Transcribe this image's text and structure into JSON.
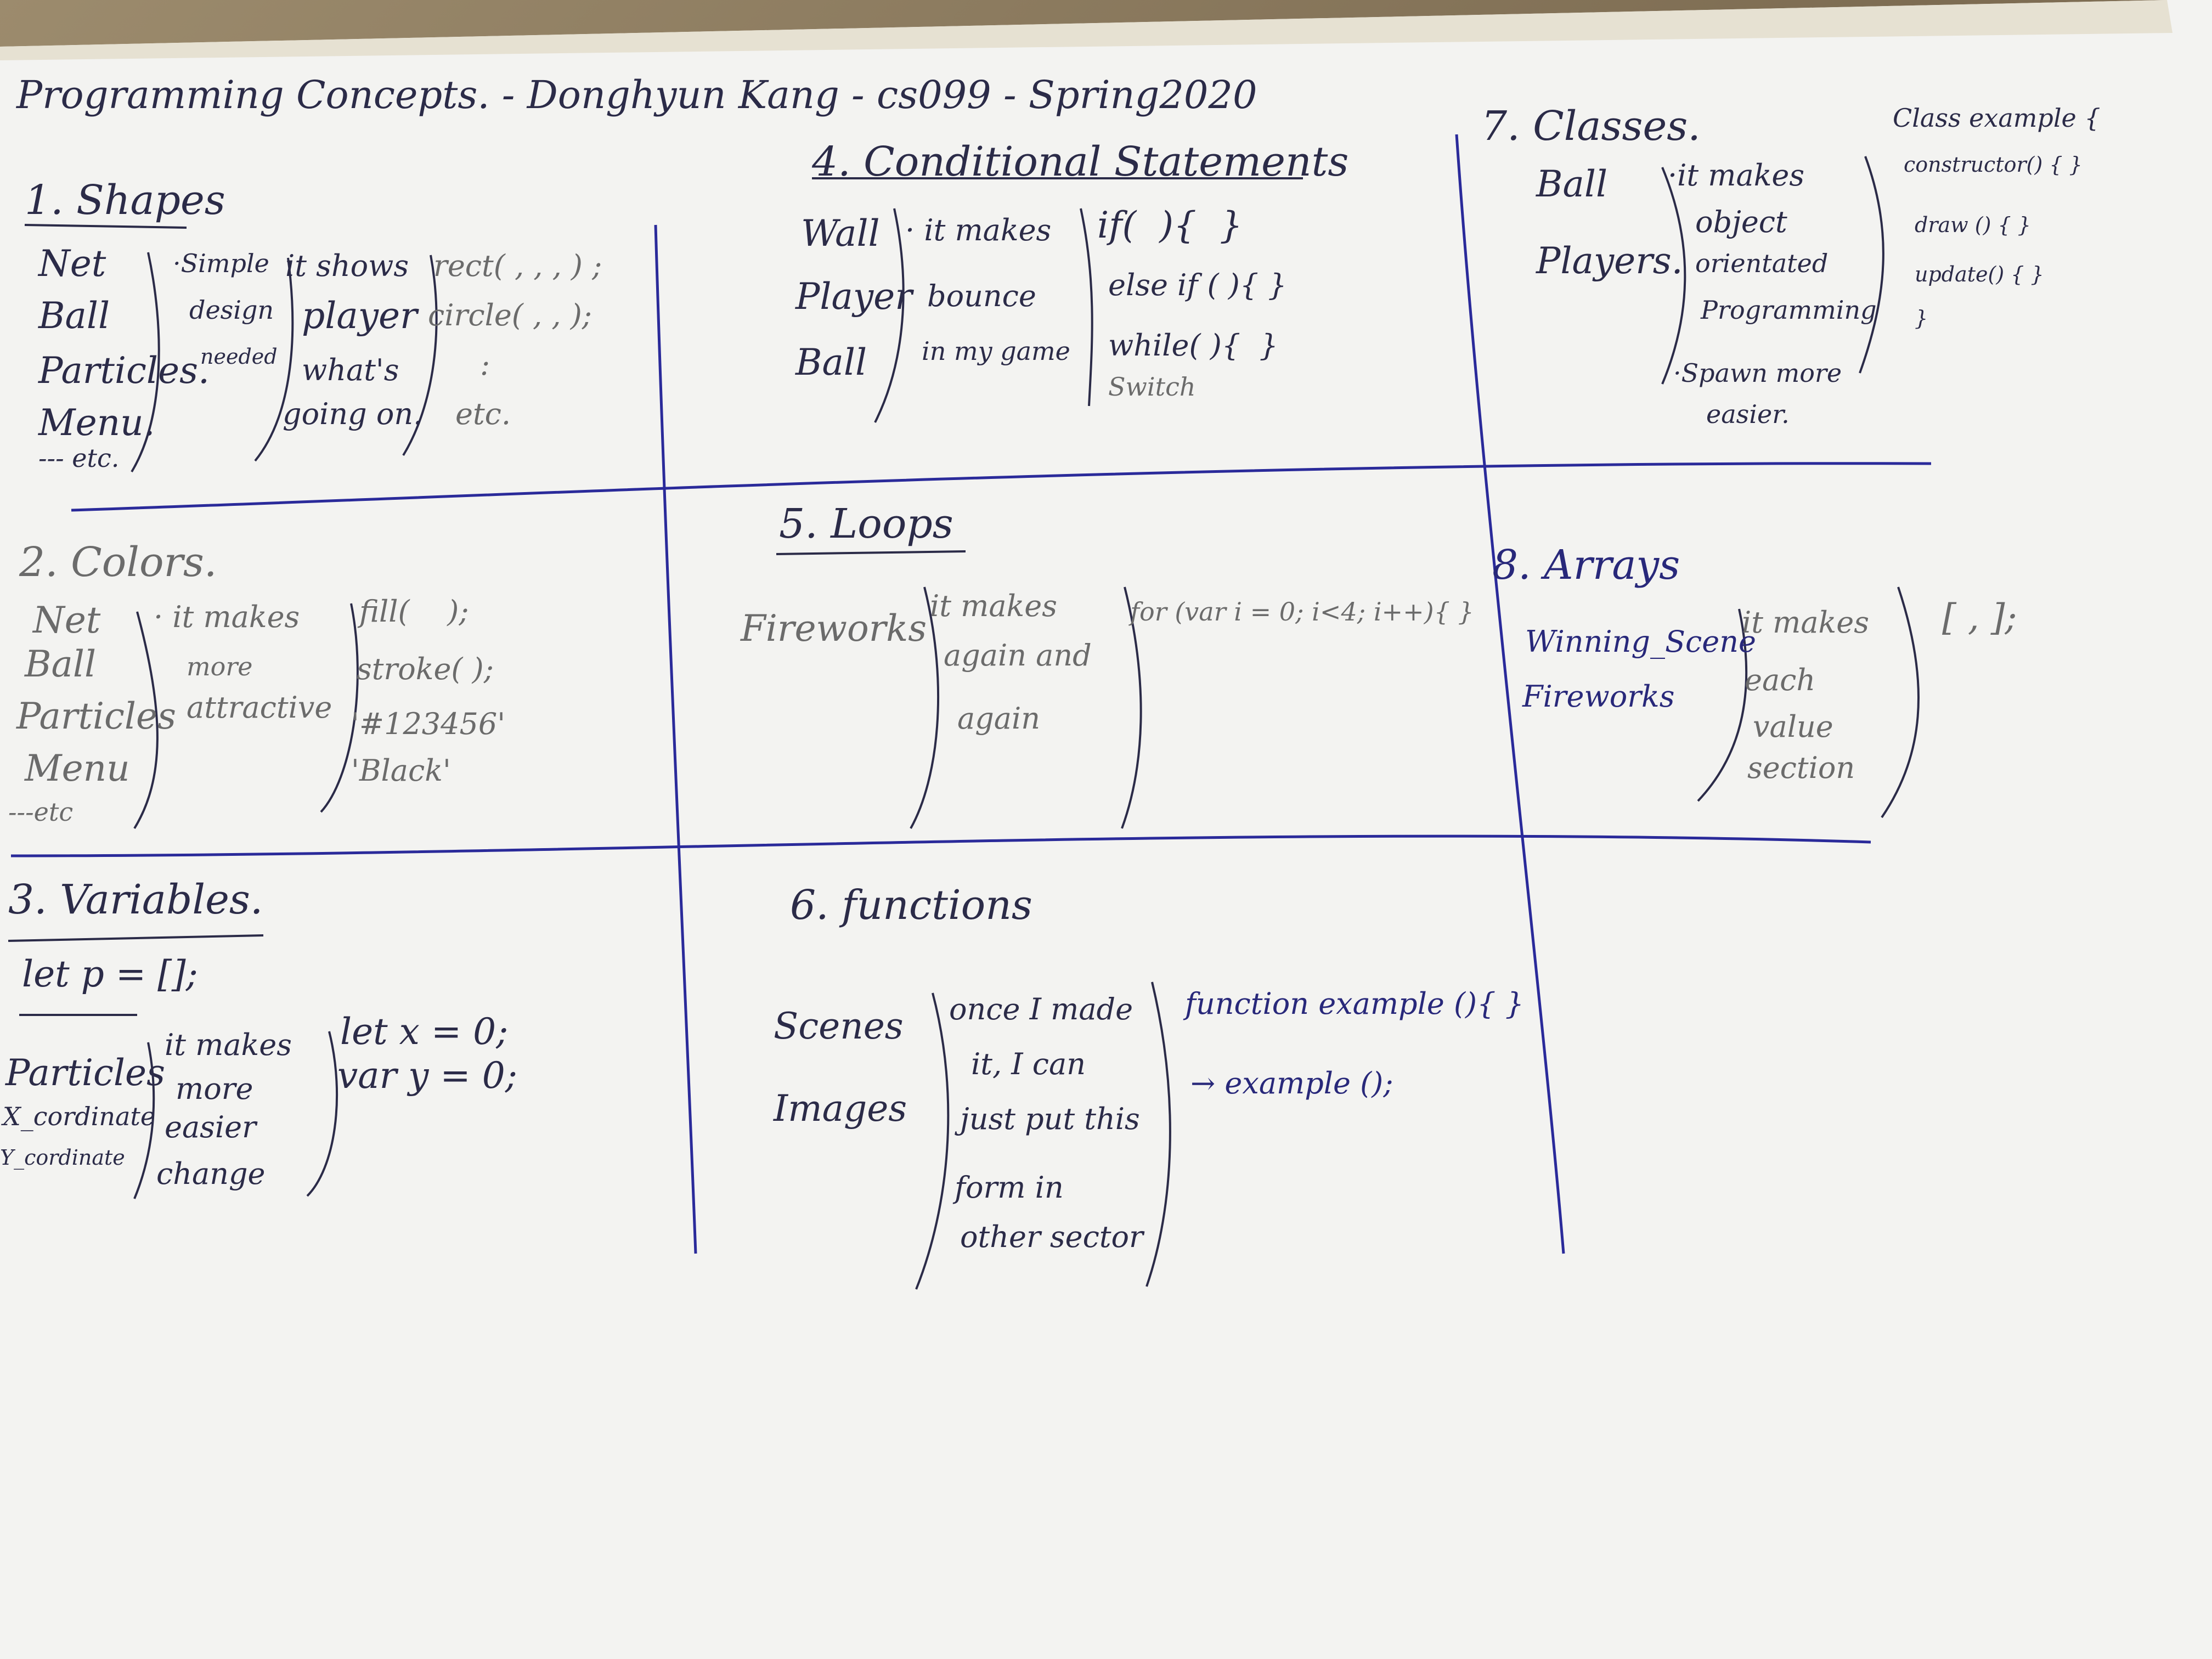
{
  "colors": {
    "paper": "#f3f3f1",
    "paper_edge": "#e9e5d8",
    "table": "#8a7a62",
    "grid_ink": "#2a2a9a",
    "pen_ink": "#2b2b48",
    "blue_ink": "#28287a",
    "pencil": "#6b6b6b"
  },
  "title": "Programming Concepts. - Donghyun Kang - cs099 - Spring2020",
  "s1": {
    "heading": "1. Shapes",
    "items": [
      "Net",
      "Ball",
      "Particles.",
      "Menu.",
      "--- etc."
    ],
    "reason_a": [
      "·Simple",
      "design",
      "needed"
    ],
    "reason_b": [
      "it shows",
      "player",
      "what's",
      "going on."
    ],
    "code": [
      "rect( , , , ) ;",
      "circle( , , );",
      ":",
      "etc."
    ]
  },
  "s2": {
    "heading": "2. Colors.",
    "items": [
      "Net",
      "Ball",
      "Particles",
      "Menu",
      "---etc"
    ],
    "reason": [
      "· it makes",
      "more",
      "attractive"
    ],
    "code": [
      "fill(    );",
      "stroke( );",
      "'#123456'",
      "'Black'"
    ]
  },
  "s3": {
    "heading": "3. Variables.",
    "let_line": "let p = [];",
    "items": [
      "Particles",
      "X_cordinate",
      "Y_cordinate"
    ],
    "reason": [
      "it makes",
      "more",
      "easier",
      "change"
    ],
    "code": [
      "let x = 0;",
      "var y = 0;"
    ]
  },
  "s4": {
    "heading": "4. Conditional Statements",
    "items": [
      "Wall",
      "Player",
      "Ball"
    ],
    "reason": [
      "· it makes",
      "bounce",
      "in my game"
    ],
    "code": [
      "if(  ){  }",
      "else if ( ){ }",
      "while( ){  }",
      "Switch"
    ]
  },
  "s5": {
    "heading": "5. Loops",
    "items": [
      "Fireworks"
    ],
    "reason": [
      "it makes",
      "again and",
      "again"
    ],
    "code": [
      "for (var i = 0; i<4; i++){ }"
    ]
  },
  "s6": {
    "heading": "6. functions",
    "items": [
      "Scenes",
      "Images"
    ],
    "reason": [
      "once I made",
      "it, I can",
      "just put this",
      "form in",
      "other sector"
    ],
    "code": [
      "function example (){ }",
      "→ example ();"
    ]
  },
  "s7": {
    "heading": "7. Classes.",
    "items": [
      "Ball",
      "Players."
    ],
    "reason": [
      "·it makes",
      "object",
      "orientated",
      "Programming",
      "·Spawn more",
      "easier."
    ],
    "code": [
      "Class example {",
      "constructor() { }",
      "draw () { }",
      "update() { }",
      "}"
    ]
  },
  "s8": {
    "heading": "8. Arrays",
    "items": [
      "Winning_Scene",
      "Fireworks"
    ],
    "reason": [
      "it makes",
      "each",
      "value",
      "section"
    ],
    "code": [
      "[ , ];"
    ]
  }
}
